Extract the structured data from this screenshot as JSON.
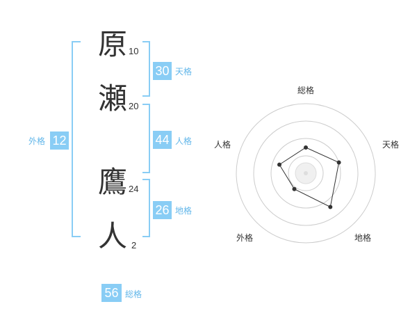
{
  "name": {
    "characters": [
      {
        "char": "原",
        "strokes": "10"
      },
      {
        "char": "瀬",
        "strokes": "20"
      },
      {
        "char": "鷹",
        "strokes": "24"
      },
      {
        "char": "人",
        "strokes": "2"
      }
    ]
  },
  "fortune": {
    "tenkaku": {
      "label": "天格",
      "value": "30"
    },
    "jinkaku": {
      "label": "人格",
      "value": "44"
    },
    "chikaku": {
      "label": "地格",
      "value": "26"
    },
    "gaikaku": {
      "label": "外格",
      "value": "12"
    },
    "soukaku": {
      "label": "総格",
      "value": "56"
    }
  },
  "colors": {
    "accent": "#89cdf5",
    "accent_text": "#63b7ea",
    "bracket": "#89cdf5",
    "radar_ring": "#cccccc",
    "radar_center": "#dddddd",
    "radar_point": "#333333"
  },
  "chart_data": {
    "type": "radar",
    "axes": [
      "総格",
      "天格",
      "地格",
      "外格",
      "人格"
    ],
    "rings": 4,
    "levels": [
      0.37,
      0.5,
      0.6,
      0.28,
      0.4
    ]
  }
}
